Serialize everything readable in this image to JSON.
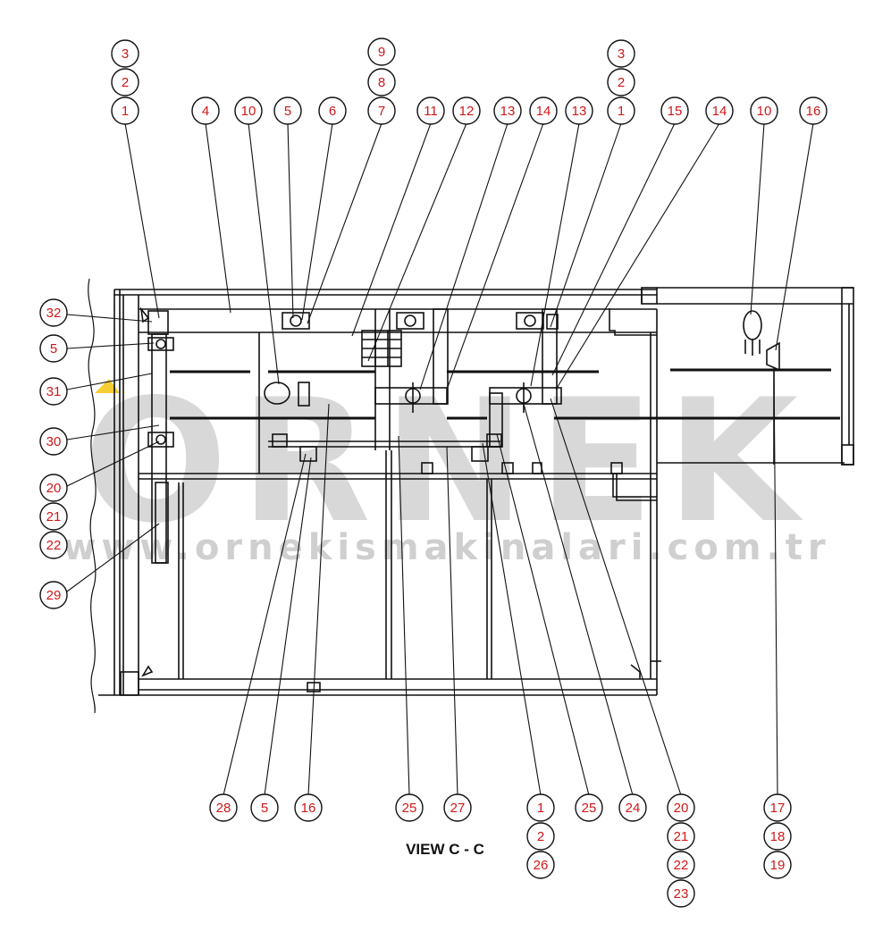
{
  "view_title": "VIEW C - C",
  "watermark": {
    "brand": "ORNEK",
    "url": "www.ornekismakinalari.com.tr",
    "color": "#d6d6d6",
    "accent": "#f2c200"
  },
  "colors": {
    "line": "#111111",
    "callout_stroke": "#111111",
    "callout_text": "#d01818"
  },
  "callouts": {
    "c01": "3",
    "c02": "2",
    "c03": "1",
    "c04": "4",
    "c05": "10",
    "c06": "5",
    "c07": "6",
    "c08": "9",
    "c09": "8",
    "c10": "7",
    "c11": "11",
    "c12": "12",
    "c13": "13",
    "c14": "14",
    "c15": "13",
    "c16": "3",
    "c17": "2",
    "c18": "1",
    "c19": "15",
    "c20": "14",
    "c21": "10",
    "c22": "16",
    "c23": "32",
    "c24": "5",
    "c25": "31",
    "c26": "30",
    "c27": "20",
    "c28": "21",
    "c29": "22",
    "c30": "29",
    "c31": "28",
    "c32": "5",
    "c33": "16",
    "c34": "25",
    "c35": "27",
    "c36": "1",
    "c37": "2",
    "c38": "26",
    "c39": "25",
    "c40": "24",
    "c41": "20",
    "c42": "21",
    "c43": "22",
    "c44": "23",
    "c45": "17",
    "c46": "18",
    "c47": "19"
  }
}
